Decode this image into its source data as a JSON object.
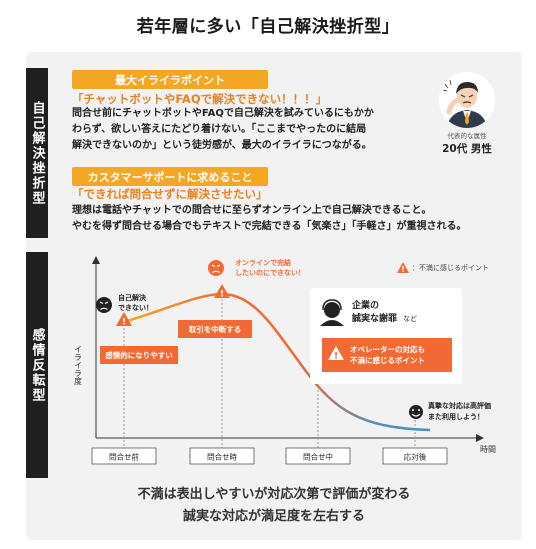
{
  "title": "若年層に多い「自己解決挫折型」",
  "section_labels": [
    "自己解決挫折型",
    "感情反転型"
  ],
  "top": {
    "badge_1": "最大イライラポイント",
    "quote_1": "「チャットボットやFAQで解決できない！！！」",
    "text_1": [
      "問合せ前にチャットボットやFAQで自己解決を試みているにもかか",
      "わらず、欲しい答えにたどり着けない。「ここまでやったのに結局",
      "解決できないのか」という徒労感が、最大のイライラにつながる。"
    ],
    "badge_2": "カスタマーサポートに求めること",
    "quote_2": "「できれば問合せずに解決させたい」",
    "text_2": [
      "理想は電話やチャットでの問合せに至らずオンライン上で自己解決できること。",
      "やむを得ず問合せる場合でもテキストで完結できる「気楽さ」「手軽さ」が重視される。"
    ]
  },
  "persona": {
    "caption": "代表的な属性",
    "age_gender": "20代 男性"
  },
  "chart_data": {
    "type": "line",
    "ylabel": "イライラ度",
    "xlabel": "時間",
    "categories": [
      "問合せ前",
      "問合せ時",
      "問合せ中",
      "応対後"
    ],
    "legend": "：不満に感じるポイント",
    "annotations": {
      "before": "自己解決\nできない！",
      "online": "オンラインで完結\nしたいのにできない！",
      "after": "真摯な対応は高評価\nまた利用しよう！",
      "op_box_title": "企業の",
      "op_box_sub_1": "誠実な謝罪",
      "op_box_sub_2": "など",
      "op_box_warning": "オペレーターの対応も\n不満に感じるポイント"
    },
    "pain_points": [
      "感情的になりやすい",
      "取引を中断する"
    ]
  },
  "footer": [
    "不満は表出しやすいが対応次第で評価が変わる",
    "誠実な対応が満足度を左右する"
  ],
  "colors": {
    "accent_orange": "#f5a623",
    "quote_orange": "#e8821e",
    "alert_red": "#f26a33",
    "curve_blue": "#4a90c4",
    "dark": "#1f1f1f"
  }
}
